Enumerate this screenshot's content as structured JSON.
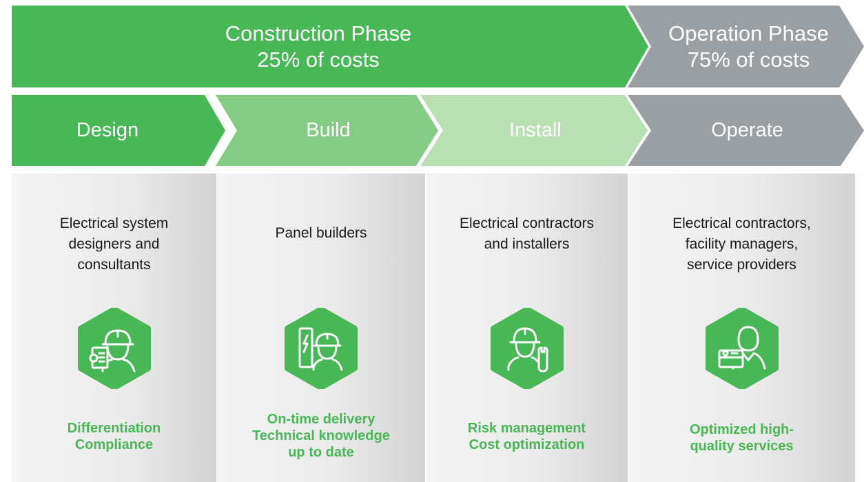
{
  "phases": [
    {
      "title": "Construction Phase",
      "cost": "25% of costs",
      "color": "#48b755"
    },
    {
      "title": "Operation Phase",
      "cost": "75% of costs",
      "color": "#9a9fa3"
    }
  ],
  "steps": [
    {
      "label": "Design",
      "color": "#48b755"
    },
    {
      "label": "Build",
      "color": "#84cc84"
    },
    {
      "label": "Install",
      "color": "#b9e0b3"
    },
    {
      "label": "Operate",
      "color": "#9a9fa3"
    }
  ],
  "columns": [
    {
      "actor_lines": [
        "Electrical system",
        "designers and",
        "consultants"
      ],
      "icon": "designer-hardhat-document-icon",
      "benefit_lines": [
        "Differentiation",
        "Compliance"
      ]
    },
    {
      "actor_lines": [
        "Panel builders"
      ],
      "icon": "panel-builder-hardhat-panel-icon",
      "benefit_lines": [
        "On-time delivery",
        "Technical knowledge",
        "up to date"
      ]
    },
    {
      "actor_lines": [
        "Electrical contractors",
        "and installers"
      ],
      "icon": "installer-hardhat-wrench-icon",
      "benefit_lines": [
        "Risk management",
        "Cost optimization"
      ]
    },
    {
      "actor_lines": [
        "Electrical contractors,",
        "facility managers,",
        "service providers"
      ],
      "icon": "service-provider-toolbox-icon",
      "benefit_lines": [
        "Optimized high-",
        "quality services"
      ]
    }
  ],
  "accent_green": "#48b755",
  "neutral_gray": "#9a9fa3"
}
